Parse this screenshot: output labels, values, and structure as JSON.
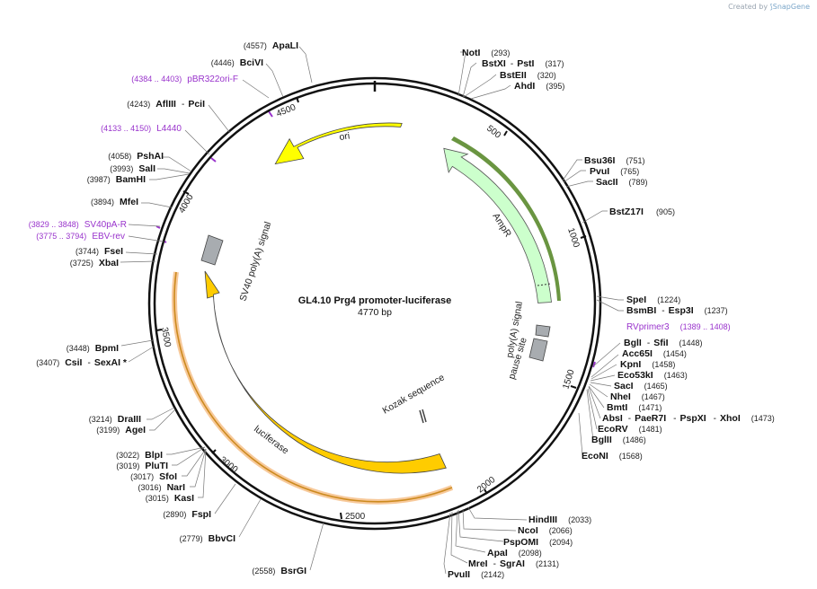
{
  "credit": {
    "prefix": "Created by",
    "brand": "SnapGene"
  },
  "plasmid": {
    "name": "GL4.10 Prg4 promoter-luciferase",
    "size": "4770 bp",
    "length": 4770
  },
  "ticks": [
    "500",
    "1000",
    "1500",
    "2000",
    "2500",
    "3000",
    "3500",
    "4000",
    "4500"
  ],
  "features": [
    {
      "label": "ori",
      "color": "#ffff00"
    },
    {
      "label": "AmpR",
      "color": "#ccffcc"
    },
    {
      "label": "SV40 poly(A) signal",
      "color": "#999999"
    },
    {
      "label": "luciferase",
      "color": "#ffcc00"
    },
    {
      "label": "poly(A) signal",
      "color": "#999999"
    },
    {
      "label": "pause site",
      "color": "#999999"
    },
    {
      "label": "Kozak sequence",
      "color": "#999999"
    }
  ],
  "primers": [
    {
      "range": "(4384 .. 4403)",
      "name": "pBR322ori-F"
    },
    {
      "range": "(4133 .. 4150)",
      "name": "L4440"
    },
    {
      "range": "(3829 .. 3848)",
      "name": "SV40pA-R"
    },
    {
      "range": "(3775 .. 3794)",
      "name": "EBV-rev"
    },
    {
      "name": "RVprimer3",
      "range": "(1389 .. 1408)"
    }
  ],
  "sites_left": [
    {
      "pos": "(4557)",
      "name": "ApaLI"
    },
    {
      "pos": "(4446)",
      "name": "BciVI"
    },
    {
      "pos": "(4243)",
      "name": "AflIII",
      "extra": "PciI"
    },
    {
      "pos": "(4058)",
      "name": "PshAI"
    },
    {
      "pos": "(3993)",
      "name": "SalI"
    },
    {
      "pos": "(3987)",
      "name": "BamHI"
    },
    {
      "pos": "(3894)",
      "name": "MfeI"
    },
    {
      "pos": "(3744)",
      "name": "FseI"
    },
    {
      "pos": "(3725)",
      "name": "XbaI"
    },
    {
      "pos": "(3448)",
      "name": "BpmI"
    },
    {
      "pos": "(3407)",
      "name": "CsiI",
      "extra": "SexAI *"
    },
    {
      "pos": "(3214)",
      "name": "DraIII"
    },
    {
      "pos": "(3199)",
      "name": "AgeI"
    },
    {
      "pos": "(3022)",
      "name": "BlpI"
    },
    {
      "pos": "(3019)",
      "name": "PluTI"
    },
    {
      "pos": "(3017)",
      "name": "SfoI"
    },
    {
      "pos": "(3016)",
      "name": "NarI"
    },
    {
      "pos": "(3015)",
      "name": "KasI"
    },
    {
      "pos": "(2890)",
      "name": "FspI"
    },
    {
      "pos": "(2779)",
      "name": "BbvCI"
    },
    {
      "pos": "(2558)",
      "name": "BsrGI"
    }
  ],
  "sites_right": [
    {
      "name": "NotI",
      "pos": "(293)"
    },
    {
      "name": "BstXI",
      "extra": "PstI",
      "pos": "(317)"
    },
    {
      "name": "BstEII",
      "pos": "(320)"
    },
    {
      "name": "AhdI",
      "pos": "(395)"
    },
    {
      "name": "Bsu36I",
      "pos": "(751)"
    },
    {
      "name": "PvuI",
      "pos": "(765)"
    },
    {
      "name": "SacII",
      "pos": "(789)"
    },
    {
      "name": "BstZ17I",
      "pos": "(905)"
    },
    {
      "name": "SpeI",
      "pos": "(1224)"
    },
    {
      "name": "BsmBI",
      "extra": "Esp3I",
      "pos": "(1237)"
    },
    {
      "name": "BglI",
      "extra": "SfiI",
      "pos": "(1448)"
    },
    {
      "name": "Acc65I",
      "pos": "(1454)"
    },
    {
      "name": "KpnI",
      "pos": "(1458)"
    },
    {
      "name": "Eco53kI",
      "pos": "(1463)"
    },
    {
      "name": "SacI",
      "pos": "(1465)"
    },
    {
      "name": "NheI",
      "pos": "(1467)"
    },
    {
      "name": "BmtI",
      "pos": "(1471)"
    },
    {
      "name": "AbsI",
      "extra": "PaeR7I",
      "extra2": "PspXI",
      "extra3": "XhoI",
      "pos": "(1473)"
    },
    {
      "name": "EcoRV",
      "pos": "(1481)"
    },
    {
      "name": "BglII",
      "pos": "(1486)"
    },
    {
      "name": "EcoNI",
      "pos": "(1568)"
    }
  ],
  "sites_bottom": [
    {
      "name": "HindIII",
      "pos": "(2033)"
    },
    {
      "name": "NcoI",
      "pos": "(2066)"
    },
    {
      "name": "PspOMI",
      "pos": "(2094)"
    },
    {
      "name": "ApaI",
      "pos": "(2098)"
    },
    {
      "name": "MreI",
      "extra": "SgrAI",
      "pos": "(2131)"
    },
    {
      "name": "PvuII",
      "pos": "(2142)"
    }
  ]
}
